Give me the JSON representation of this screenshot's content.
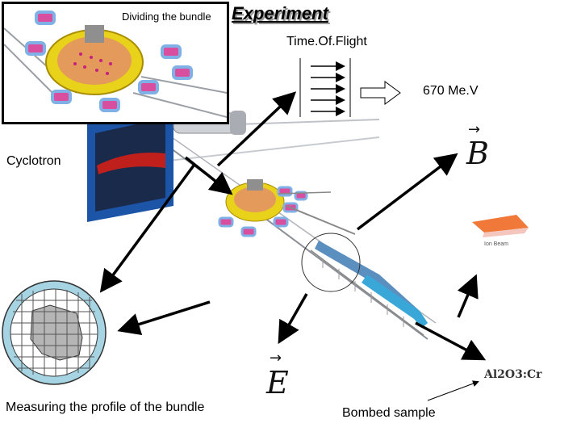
{
  "title": "Experiment",
  "inset": {
    "label": "Dividing the bundle"
  },
  "labels": {
    "time_of_flight": "Time.Of.Flight",
    "energy": "670 Me.V",
    "cyclotron": "Cyclotron",
    "measuring_profile": "Measuring the profile of the bundle",
    "bombed_sample": "Bombed sample",
    "sample_formula": "Al2O3:Cr",
    "ion_beam_caption": "Ion Beam",
    "magnetic_field_symbol": "B",
    "electric_field_symbol": "E",
    "vector_arrow": "→"
  },
  "colors": {
    "arrow": "#000000",
    "beamline": "#8a8f96",
    "magnet_ring": "#e8d21a",
    "magnet_body": "#d9623c",
    "coil_pink": "#d94fa0",
    "coil_blue": "#7fb0e6",
    "cyclotron_wall": "#1c55a8",
    "cyclotron_red": "#c0201c",
    "blue_section": "#39a8d8",
    "profile_ring": "#a7d4e3",
    "profile_grid": "#555555",
    "profile_blob": "#b5b5b5",
    "sample_orange": "#f07838"
  }
}
